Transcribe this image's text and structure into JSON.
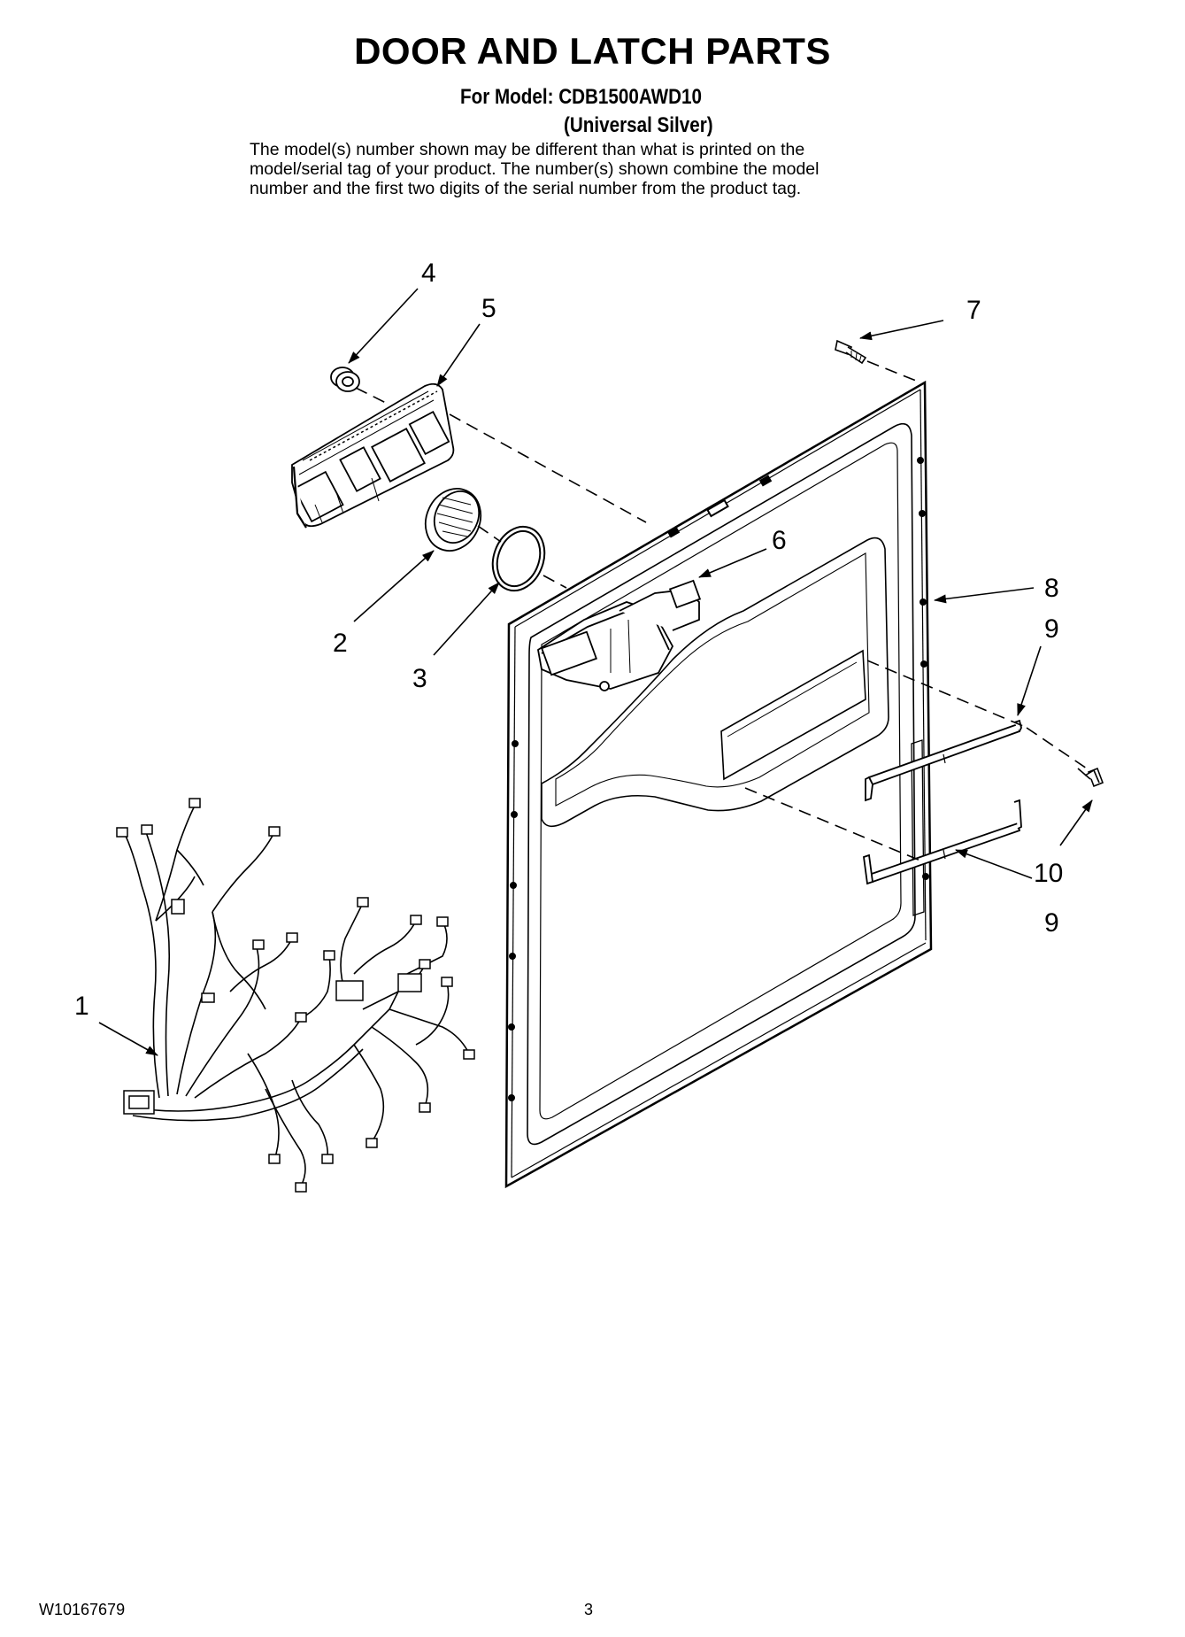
{
  "header": {
    "title": "DOOR AND LATCH PARTS",
    "model_line": "For Model: CDB1500AWD10",
    "variant_line": "(Universal Silver)",
    "note_lines": [
      "The model(s) number shown may be different than what is printed on the",
      "model/serial tag of your product. The number(s) shown combine the model",
      "number and the first two digits of the serial number from the product tag."
    ]
  },
  "callouts": {
    "c1": "1",
    "c2": "2",
    "c3": "3",
    "c4": "4",
    "c5": "5",
    "c6": "6",
    "c7": "7",
    "c8": "8",
    "c9a": "9",
    "c9b": "9",
    "c10": "10"
  },
  "footer": {
    "doc_code": "W10167679",
    "page_number": "3"
  }
}
